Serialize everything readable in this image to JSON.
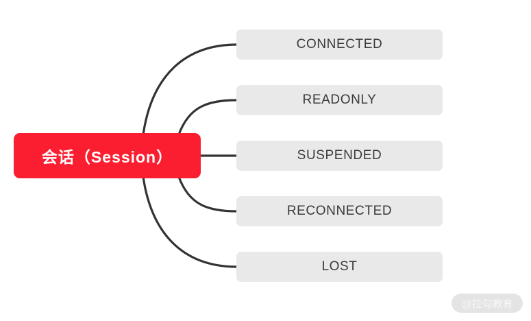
{
  "diagram": {
    "root": {
      "label": "会话（Session）"
    },
    "children": [
      {
        "label": "CONNECTED"
      },
      {
        "label": "READONLY"
      },
      {
        "label": "SUSPENDED"
      },
      {
        "label": "RECONNECTED"
      },
      {
        "label": "LOST"
      }
    ]
  },
  "watermark": {
    "label": "@拉勾教育"
  },
  "colors": {
    "canvas_bg": "#ffffff",
    "root_bg": "#fb1e30",
    "root_text": "#ffffff",
    "node_bg": "#e9e9e9",
    "node_text": "#3a3a3a",
    "connector": "#333333",
    "watermark_bg": "#e4e4e4",
    "watermark_text": "#f7f7f7"
  }
}
